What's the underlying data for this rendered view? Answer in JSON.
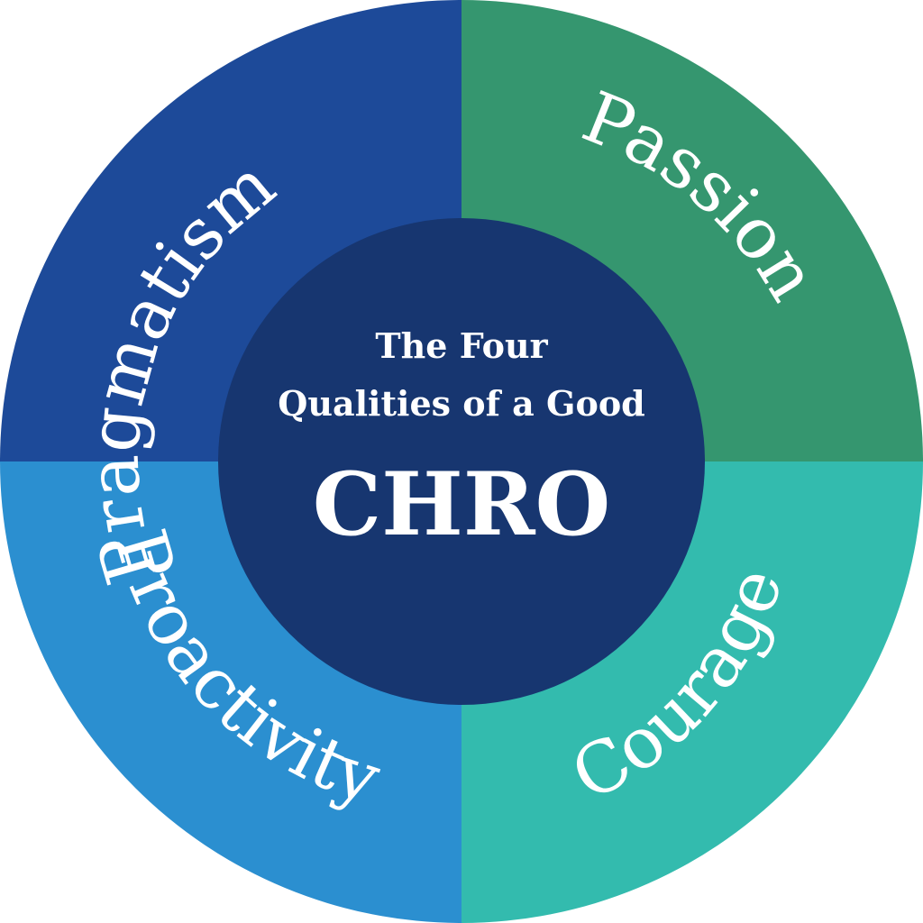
{
  "center": {
    "line1": "The Four",
    "line2": "Qualities of a Good",
    "title": "CHRO",
    "color": "#173670"
  },
  "quadrants": [
    {
      "id": "pragmatism",
      "label": "Pragmatism",
      "color": "#1D4A99"
    },
    {
      "id": "passion",
      "label": "Passion",
      "color": "#35966F"
    },
    {
      "id": "courage",
      "label": "Courage",
      "color": "#33BBAE"
    },
    {
      "id": "proactivity",
      "label": "Proactivity",
      "color": "#2B8FD0"
    }
  ]
}
